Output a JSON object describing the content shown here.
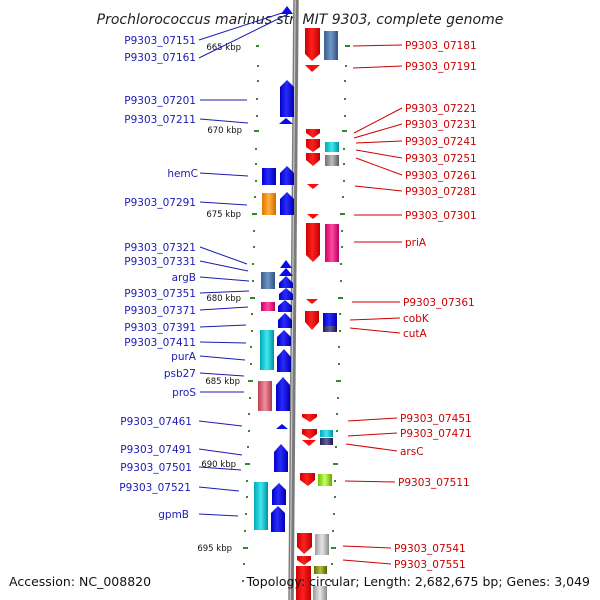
{
  "title": "Prochlorococcus marinus str. MIT 9303, complete genome",
  "accession_text": "Accession: NC_008820",
  "topology_text": "Topology: circular; Length: 2,682,675 bp; Genes: 3,049",
  "colors": {
    "backbone": "#888888",
    "tick": "#2e8b2e",
    "left_label": "#1b1bb4",
    "right_label": "#cc0000",
    "blue": "#0a0aee",
    "red": "#ff0a0a"
  },
  "ruler": [
    "665 kbp",
    "670 kbp",
    "675 kbp",
    "680 kbp",
    "685 kbp",
    "690 kbp",
    "695 kbp"
  ],
  "left_genes": [
    "P9303_07151",
    "P9303_07161",
    "P9303_07201",
    "P9303_07211",
    "hemC",
    "P9303_07291",
    "P9303_07321",
    "P9303_07331",
    "argB",
    "P9303_07351",
    "P9303_07371",
    "P9303_07391",
    "P9303_07411",
    "purA",
    "psb27",
    "proS",
    "P9303_07461",
    "P9303_07491",
    "P9303_07501",
    "P9303_07521",
    "gpmB"
  ],
  "right_genes": [
    "P9303_07181",
    "P9303_07191",
    "P9303_07221",
    "P9303_07231",
    "P9303_07241",
    "P9303_07251",
    "P9303_07261",
    "P9303_07281",
    "P9303_07301",
    "priA",
    "P9303_07361",
    "cobK",
    "cutA",
    "P9303_07451",
    "P9303_07471",
    "arsC",
    "P9303_07511",
    "P9303_07541",
    "P9303_07551"
  ]
}
